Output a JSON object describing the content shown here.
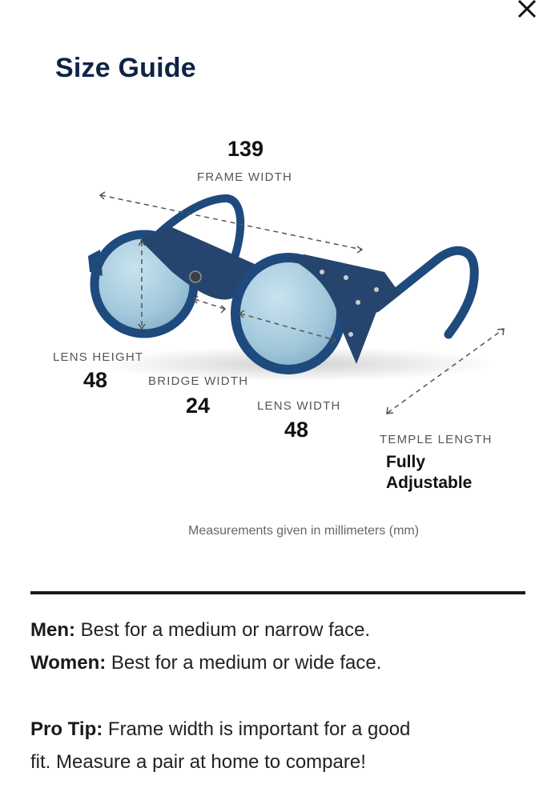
{
  "header": {
    "title": "Size Guide",
    "close_icon": "close-x-icon"
  },
  "colors": {
    "title": "#0f2346",
    "frame": "#1e4a7e",
    "lens": "#a8cfe0",
    "leather": "#26456e",
    "divider": "#1a1a1a"
  },
  "measurements": {
    "frame_width": {
      "label": "FRAME WIDTH",
      "value": "139"
    },
    "lens_height": {
      "label": "LENS HEIGHT",
      "value": "48"
    },
    "bridge_width": {
      "label": "BRIDGE WIDTH",
      "value": "24"
    },
    "lens_width": {
      "label": "LENS WIDTH",
      "value": "48"
    },
    "temple_length": {
      "label": "TEMPLE LENGTH",
      "value_line1": "Fully",
      "value_line2": "Adjustable"
    }
  },
  "footnote": "Measurements given in millimeters (mm)",
  "fit": {
    "men_label": "Men:",
    "men_text": " Best for a medium or narrow face.",
    "women_label": "Women:",
    "women_text": " Best for a medium or wide face.",
    "tip_label": "Pro Tip:",
    "tip_text_line1": " Frame width is important for a good",
    "tip_text_line2": "fit. Measure a pair at home to compare!"
  }
}
